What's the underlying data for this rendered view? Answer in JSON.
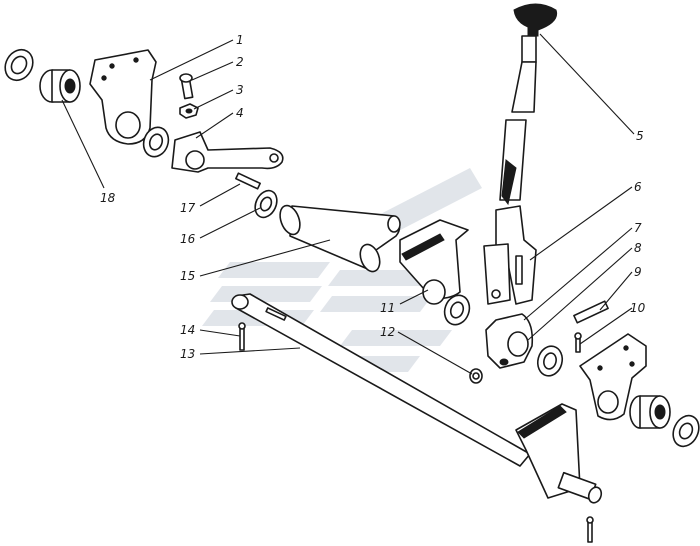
{
  "diagram": {
    "callouts": [
      "1",
      "2",
      "3",
      "4",
      "5",
      "6",
      "7",
      "8",
      "9",
      "10",
      "11",
      "12",
      "13",
      "14",
      "15",
      "16",
      "17",
      "18"
    ]
  },
  "colors": {
    "ink": "#1a1a1a",
    "paper": "#ffffff",
    "watermark": "#c9d0d8"
  }
}
